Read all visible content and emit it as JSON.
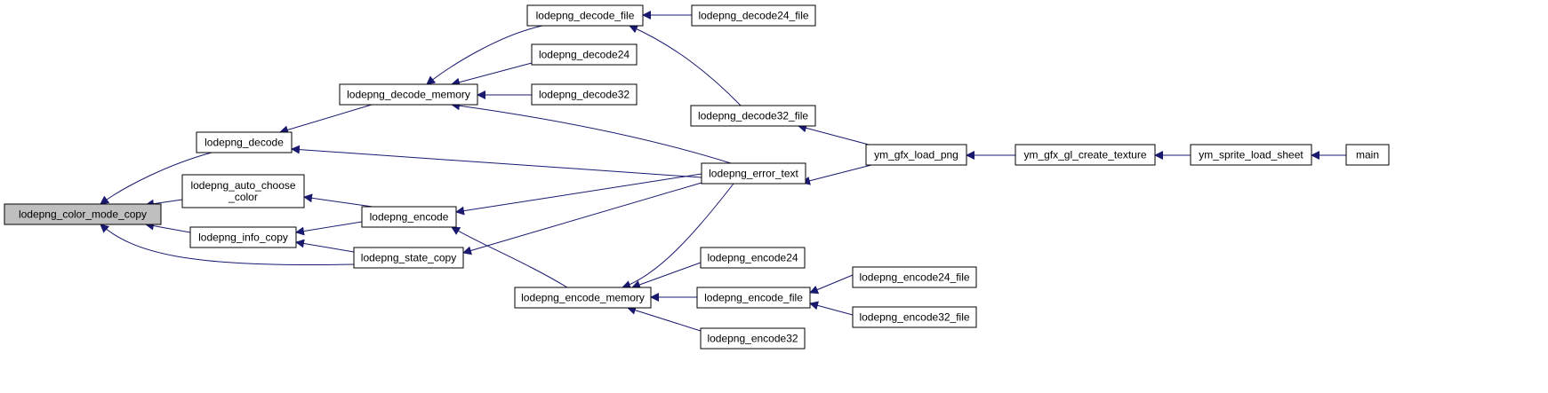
{
  "colors": {
    "node_fill": "#ffffff",
    "highlight_fill": "#bfbfbf",
    "node_border": "#000000",
    "edge": "#191970",
    "background": "#ffffff"
  },
  "nodes": [
    {
      "id": "lodepng_color_mode_copy",
      "lines": [
        "lodepng_color_mode_copy"
      ],
      "highlighted": true
    },
    {
      "id": "lodepng_decode",
      "lines": [
        "lodepng_decode"
      ]
    },
    {
      "id": "lodepng_auto_choose_color",
      "lines": [
        "lodepng_auto_choose",
        "_color"
      ]
    },
    {
      "id": "lodepng_info_copy",
      "lines": [
        "lodepng_info_copy"
      ]
    },
    {
      "id": "lodepng_state_copy",
      "lines": [
        "lodepng_state_copy"
      ]
    },
    {
      "id": "lodepng_decode_memory",
      "lines": [
        "lodepng_decode_memory"
      ]
    },
    {
      "id": "lodepng_encode",
      "lines": [
        "lodepng_encode"
      ]
    },
    {
      "id": "lodepng_decode_file",
      "lines": [
        "lodepng_decode_file"
      ]
    },
    {
      "id": "lodepng_decode24",
      "lines": [
        "lodepng_decode24"
      ]
    },
    {
      "id": "lodepng_decode32",
      "lines": [
        "lodepng_decode32"
      ]
    },
    {
      "id": "lodepng_encode_memory",
      "lines": [
        "lodepng_encode_memory"
      ]
    },
    {
      "id": "lodepng_decode24_file",
      "lines": [
        "lodepng_decode24_file"
      ]
    },
    {
      "id": "lodepng_decode32_file",
      "lines": [
        "lodepng_decode32_file"
      ]
    },
    {
      "id": "lodepng_error_text",
      "lines": [
        "lodepng_error_text"
      ]
    },
    {
      "id": "lodepng_encode24",
      "lines": [
        "lodepng_encode24"
      ]
    },
    {
      "id": "lodepng_encode_file",
      "lines": [
        "lodepng_encode_file"
      ]
    },
    {
      "id": "lodepng_encode32",
      "lines": [
        "lodepng_encode32"
      ]
    },
    {
      "id": "lodepng_encode24_file",
      "lines": [
        "lodepng_encode24_file"
      ]
    },
    {
      "id": "lodepng_encode32_file",
      "lines": [
        "lodepng_encode32_file"
      ]
    },
    {
      "id": "ym_gfx_load_png",
      "lines": [
        "ym_gfx_load_png"
      ]
    },
    {
      "id": "ym_gfx_gl_create_texture",
      "lines": [
        "ym_gfx_gl_create_texture"
      ]
    },
    {
      "id": "ym_sprite_load_sheet",
      "lines": [
        "ym_sprite_load_sheet"
      ]
    },
    {
      "id": "main",
      "lines": [
        "main"
      ]
    }
  ],
  "edges": [
    {
      "from": "lodepng_decode",
      "to": "lodepng_color_mode_copy"
    },
    {
      "from": "lodepng_auto_choose_color",
      "to": "lodepng_color_mode_copy"
    },
    {
      "from": "lodepng_info_copy",
      "to": "lodepng_color_mode_copy"
    },
    {
      "from": "lodepng_state_copy",
      "to": "lodepng_color_mode_copy"
    },
    {
      "from": "lodepng_decode_memory",
      "to": "lodepng_decode"
    },
    {
      "from": "lodepng_error_text",
      "to": "lodepng_decode"
    },
    {
      "from": "lodepng_encode",
      "to": "lodepng_auto_choose_color"
    },
    {
      "from": "lodepng_encode",
      "to": "lodepng_info_copy"
    },
    {
      "from": "lodepng_state_copy",
      "to": "lodepng_info_copy"
    },
    {
      "from": "lodepng_error_text",
      "to": "lodepng_state_copy"
    },
    {
      "from": "lodepng_decode_file",
      "to": "lodepng_decode_memory"
    },
    {
      "from": "lodepng_decode24",
      "to": "lodepng_decode_memory"
    },
    {
      "from": "lodepng_decode32",
      "to": "lodepng_decode_memory"
    },
    {
      "from": "lodepng_error_text",
      "to": "lodepng_decode_memory"
    },
    {
      "from": "lodepng_error_text",
      "to": "lodepng_encode"
    },
    {
      "from": "lodepng_encode_memory",
      "to": "lodepng_encode"
    },
    {
      "from": "lodepng_decode24_file",
      "to": "lodepng_decode_file"
    },
    {
      "from": "lodepng_decode32_file",
      "to": "lodepng_decode_file"
    },
    {
      "from": "lodepng_error_text",
      "to": "lodepng_encode_memory"
    },
    {
      "from": "lodepng_encode24",
      "to": "lodepng_encode_memory"
    },
    {
      "from": "lodepng_encode_file",
      "to": "lodepng_encode_memory"
    },
    {
      "from": "lodepng_encode32",
      "to": "lodepng_encode_memory"
    },
    {
      "from": "lodepng_encode24_file",
      "to": "lodepng_encode_file"
    },
    {
      "from": "lodepng_encode32_file",
      "to": "lodepng_encode_file"
    },
    {
      "from": "ym_gfx_load_png",
      "to": "lodepng_decode32_file"
    },
    {
      "from": "ym_gfx_load_png",
      "to": "lodepng_error_text"
    },
    {
      "from": "ym_gfx_gl_create_texture",
      "to": "ym_gfx_load_png"
    },
    {
      "from": "ym_sprite_load_sheet",
      "to": "ym_gfx_gl_create_texture"
    },
    {
      "from": "main",
      "to": "ym_sprite_load_sheet"
    }
  ]
}
